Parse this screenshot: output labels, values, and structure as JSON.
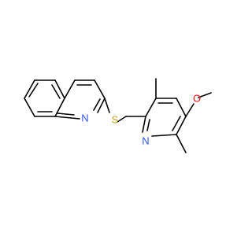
{
  "molecule": {
    "atoms": {
      "quinoline_n": {
        "symbol": "N"
      },
      "thioether_s": {
        "symbol": "S"
      },
      "pyridine_n": {
        "symbol": "N"
      },
      "methoxy_o": {
        "symbol": "O"
      }
    },
    "colors": {
      "bond": "#000000",
      "nitrogen": "#3050F8",
      "sulfur": "#C8A020",
      "oxygen": "#FF0D0D"
    }
  }
}
